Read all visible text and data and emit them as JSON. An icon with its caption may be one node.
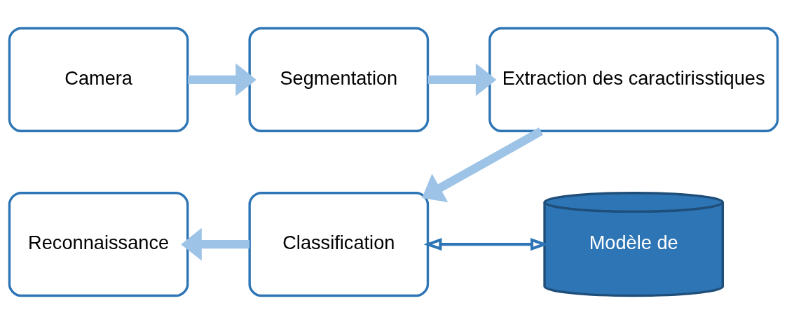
{
  "diagram": {
    "nodes": [
      {
        "text": [
          "Camera"
        ]
      },
      {
        "text": [
          "Segmentation"
        ]
      },
      {
        "text": [
          "Extraction des caractirisstiques"
        ]
      },
      {
        "text": [
          "Reconnaissance"
        ]
      },
      {
        "text": [
          "Classification"
        ]
      },
      {
        "text": [
          "Modèle de"
        ]
      }
    ],
    "edges": [
      {
        "from": 0,
        "to": 1,
        "arrow": "to"
      },
      {
        "from": 1,
        "to": 2,
        "arrow": "to"
      },
      {
        "from": 2,
        "to": 4,
        "arrow": "to"
      },
      {
        "from": 4,
        "to": 3,
        "arrow": "to"
      },
      {
        "from": 4,
        "to": 5,
        "arrow": "both",
        "color": "#2e75b6"
      }
    ]
  }
}
